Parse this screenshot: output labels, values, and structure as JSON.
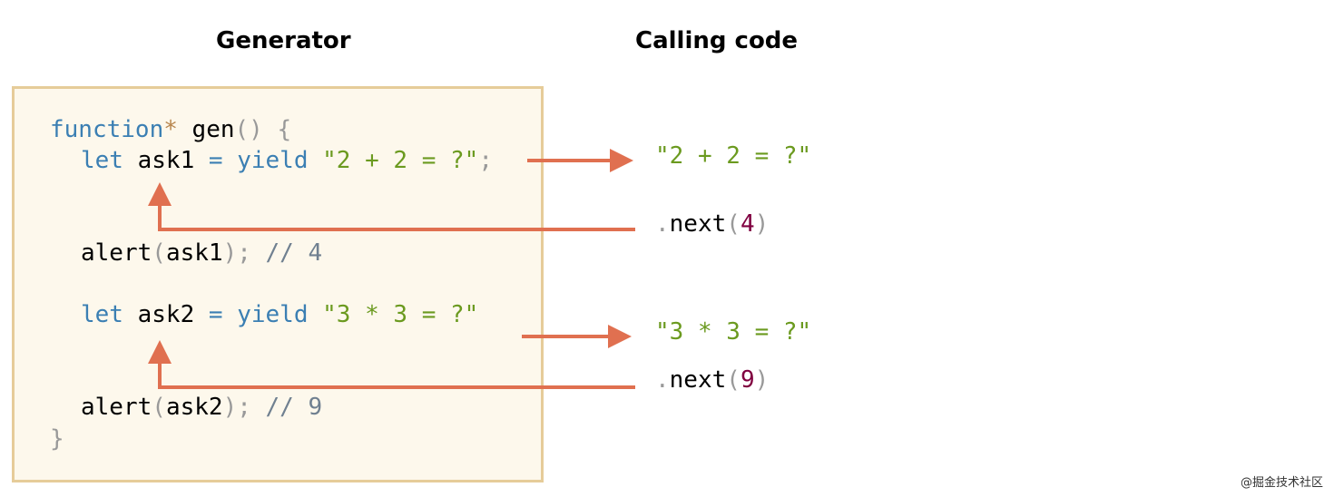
{
  "headings": {
    "generator": "Generator",
    "calling_code": "Calling code"
  },
  "code": {
    "l1": {
      "kw": "function",
      "star": "*",
      "name": " gen",
      "open": "()",
      "space": " ",
      "brace": "{"
    },
    "l2": {
      "kw": "let",
      "var": " ask1 ",
      "eq": "=",
      "sp": " ",
      "yield": "yield",
      "sp2": " ",
      "str": "\"2 + 2 = ?\"",
      "semi": ";"
    },
    "l3": {
      "fn": "alert",
      "lp": "(",
      "arg": "ask1",
      "rp": ")",
      "semi": ";",
      "comment": " // 4"
    },
    "l4": {
      "kw": "let",
      "var": " ask2 ",
      "eq": "=",
      "sp": " ",
      "yield": "yield",
      "sp2": " ",
      "str": "\"3 * 3 = ?\""
    },
    "l5": {
      "fn": "alert",
      "lp": "(",
      "arg": "ask2",
      "rp": ")",
      "semi": ";",
      "comment": " // 9"
    },
    "l6": {
      "brace": "}"
    }
  },
  "calling": {
    "out1": "\"2 + 2 = ?\"",
    "next1": {
      "dot": ".",
      "method": "next",
      "lp": "(",
      "arg": "4",
      "rp": ")"
    },
    "out2": "\"3 * 3 = ?\"",
    "next2": {
      "dot": ".",
      "method": "next",
      "lp": "(",
      "arg": "9",
      "rp": ")"
    }
  },
  "colors": {
    "arrow": "#e07050",
    "box_fill": "#fdf8ec",
    "box_border": "#e6cc99",
    "keyword": "#3b7fb3",
    "string": "#6b9a1f",
    "number": "#800040"
  },
  "watermark": "@掘金技术社区"
}
